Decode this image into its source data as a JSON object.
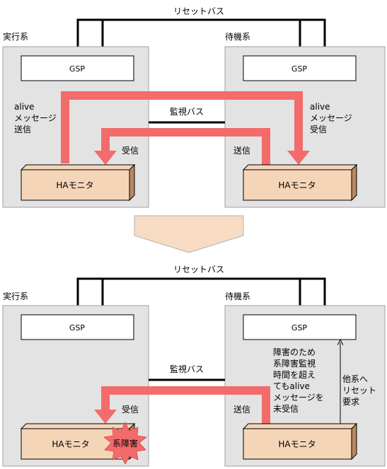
{
  "top": {
    "reset_bus": "リセットバス",
    "active_system": "実行系",
    "standby_system": "待機系",
    "gsp_left": "GSP",
    "gsp_right": "GSP",
    "monitor_bus": "監視バス",
    "alive_send_lines": [
      "alive",
      "メッセージ",
      "送信"
    ],
    "alive_recv_lines": [
      "alive",
      "メッセージ",
      "受信"
    ],
    "receive": "受信",
    "send": "送信",
    "ha_left": "HAモニタ",
    "ha_right": "HAモニタ"
  },
  "bottom": {
    "reset_bus": "リセットバス",
    "active_system": "実行系",
    "standby_system": "待機系",
    "gsp_left": "GSP",
    "gsp_right": "GSP",
    "monitor_bus": "監視バス",
    "receive": "受信",
    "send": "送信",
    "ha_left": "HAモニタ",
    "ha_right": "HAモニタ",
    "failure_burst": "系障害",
    "failure_note_lines": [
      "障害のため",
      "系障害監視",
      "時間を超え",
      "てもalive",
      "メッセージを",
      "未受信"
    ],
    "reset_request_lines": [
      "他系へ",
      "リセット",
      "要求"
    ]
  },
  "colors": {
    "system_bg": "#e3e3e3",
    "ha_front": "#f5d5b8",
    "ha_side": "#b88a62",
    "arrow": "#f36b6b",
    "transition": "#f7dcc3"
  }
}
